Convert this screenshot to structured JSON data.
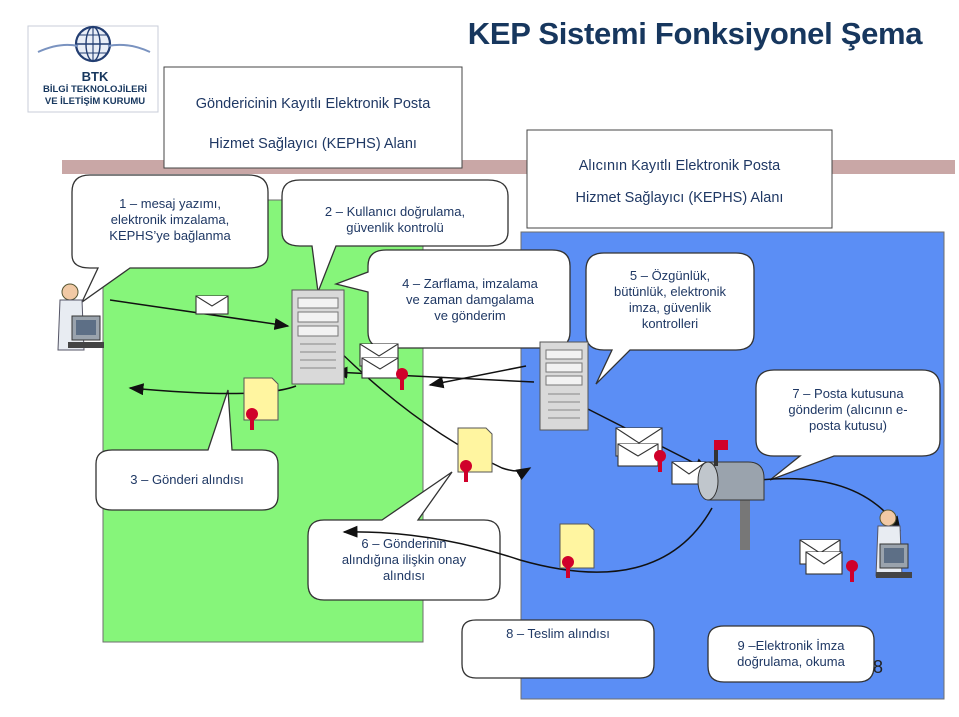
{
  "title": "KEP Sistemi Fonksiyonel Şema",
  "logo": {
    "acronym": "BTK",
    "name_line1": "BİLGİ TEKNOLOJİLERİ",
    "name_line2": "VE İLETİŞİM KURUMU",
    "icon": "globe-icon"
  },
  "sender_provider": {
    "line1": "Göndericinin Kayıtlı Elektronik Posta",
    "line2": "Hizmet Sağlayıcı  (KEPHS) Alanı",
    "color": "#86f57a"
  },
  "receiver_provider": {
    "line1": "Alıcının Kayıtlı Elektronik Posta",
    "line2": "Hizmet Sağlayıcı  (KEPHS) Alanı",
    "color": "#5b8ef5"
  },
  "steps": {
    "s1": [
      "1 – mesaj yazımı,",
      "elektronik imzalama,",
      "KEPHS’ye bağlanma"
    ],
    "s2": [
      "2 – Kullanıcı doğrulama,",
      "güvenlik kontrolü"
    ],
    "s3": [
      "3 – Gönderi alındısı"
    ],
    "s4": [
      "4 – Zarflama, imzalama",
      "ve zaman damgalama",
      "ve gönderim"
    ],
    "s5": [
      "5 – Özgünlük,",
      "bütünlük, elektronik",
      "imza, güvenlik",
      "kontrolleri"
    ],
    "s6": [
      "6 – Gönderinin",
      "alındığına ilişkin onay",
      "alındısı"
    ],
    "s7": [
      "7 – Posta kutusuna",
      "gönderim (alıcının e-",
      "posta kutusu)"
    ],
    "s8": [
      "8 – Teslim alındısı"
    ],
    "s9": [
      "9 –Elektronik İmza",
      "doğrulama, okuma"
    ]
  },
  "page_number": "8",
  "colors": {
    "text": "#1f3864",
    "seal": "#d0002a",
    "receipt": "#fff5a0",
    "bar": "#c0504d"
  }
}
